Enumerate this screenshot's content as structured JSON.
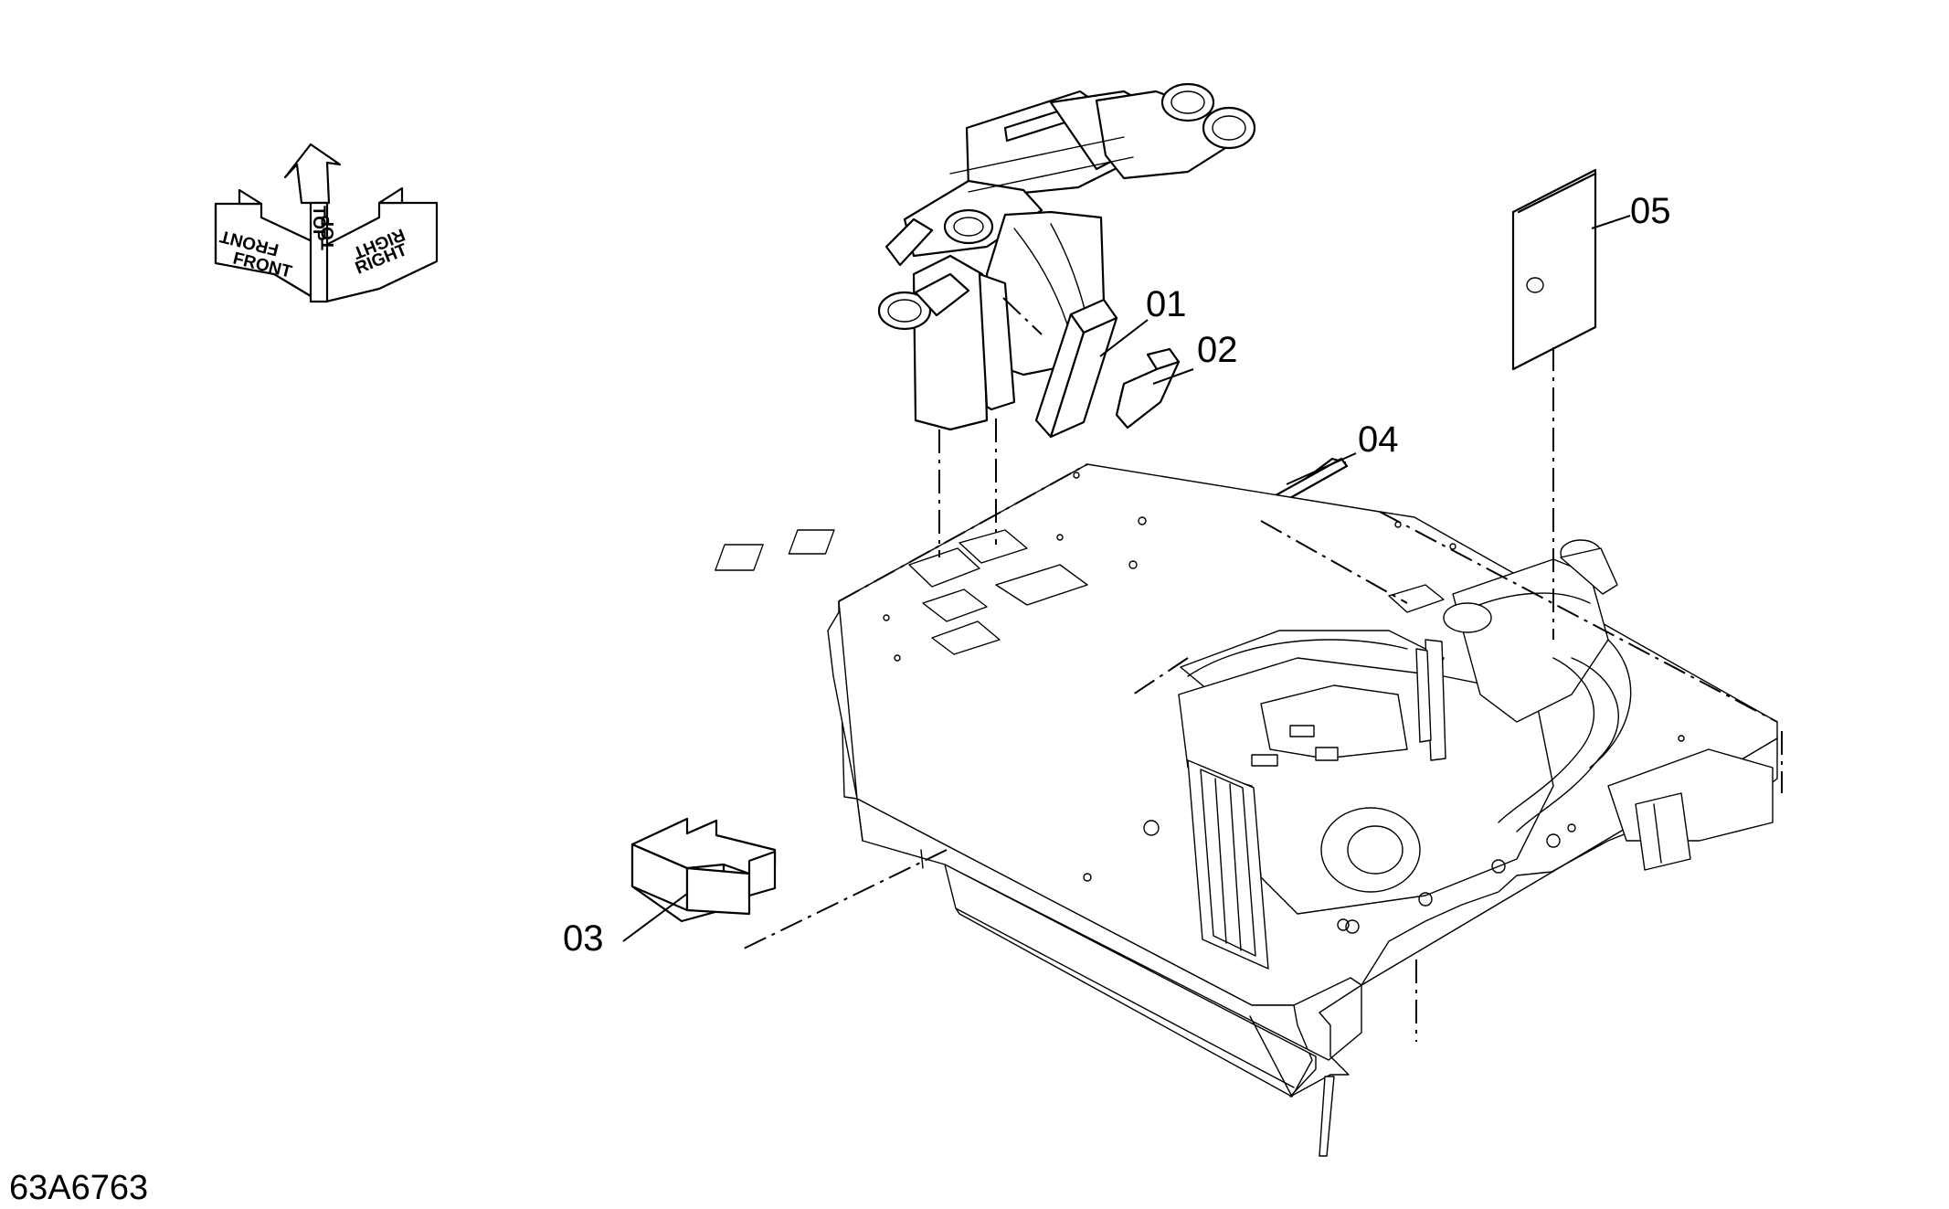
{
  "drawing": {
    "number": "63A6763"
  },
  "orientation": {
    "front": "FRONT",
    "top": "TOP",
    "right": "RIGHT"
  },
  "callouts": [
    {
      "id": "01",
      "label": "01"
    },
    {
      "id": "02",
      "label": "02"
    },
    {
      "id": "03",
      "label": "03"
    },
    {
      "id": "04",
      "label": "04"
    },
    {
      "id": "05",
      "label": "05"
    }
  ],
  "icons": [
    "orientation-arrow-icon"
  ],
  "colors": {
    "ink": "#000000",
    "paper": "#ffffff"
  }
}
